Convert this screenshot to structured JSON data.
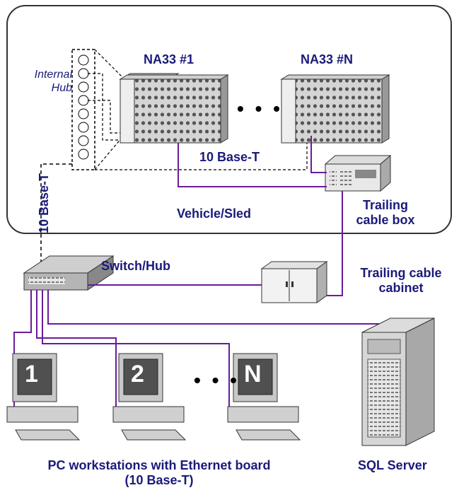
{
  "labels": {
    "internal_hub": "Internal Hub",
    "na33_first": "NA33 #1",
    "na33_last": "NA33 #N",
    "ten_base_t_inner": "10 Base-T",
    "ten_base_t_vertical": "10 Base-T",
    "vehicle_sled": "Vehicle/Sled",
    "trailing_cable_box": "Trailing cable box",
    "switch_hub": "Switch/Hub",
    "trailing_cable_cabinet": "Trailing cable cabinet",
    "pc_workstations": "PC workstations with Ethernet board (10 Base-T)",
    "sql_server": "SQL Server"
  },
  "ellipsis": {
    "racks": "• • •",
    "pcs": "• • •"
  },
  "pcs": [
    {
      "number": "1"
    },
    {
      "number": "2"
    },
    {
      "number": "N"
    }
  ],
  "colors": {
    "cable_purple": "#6a1b9a",
    "label_navy": "#1a1a7a",
    "device_gray": "#c8c8c8",
    "border_dark": "#555555"
  }
}
